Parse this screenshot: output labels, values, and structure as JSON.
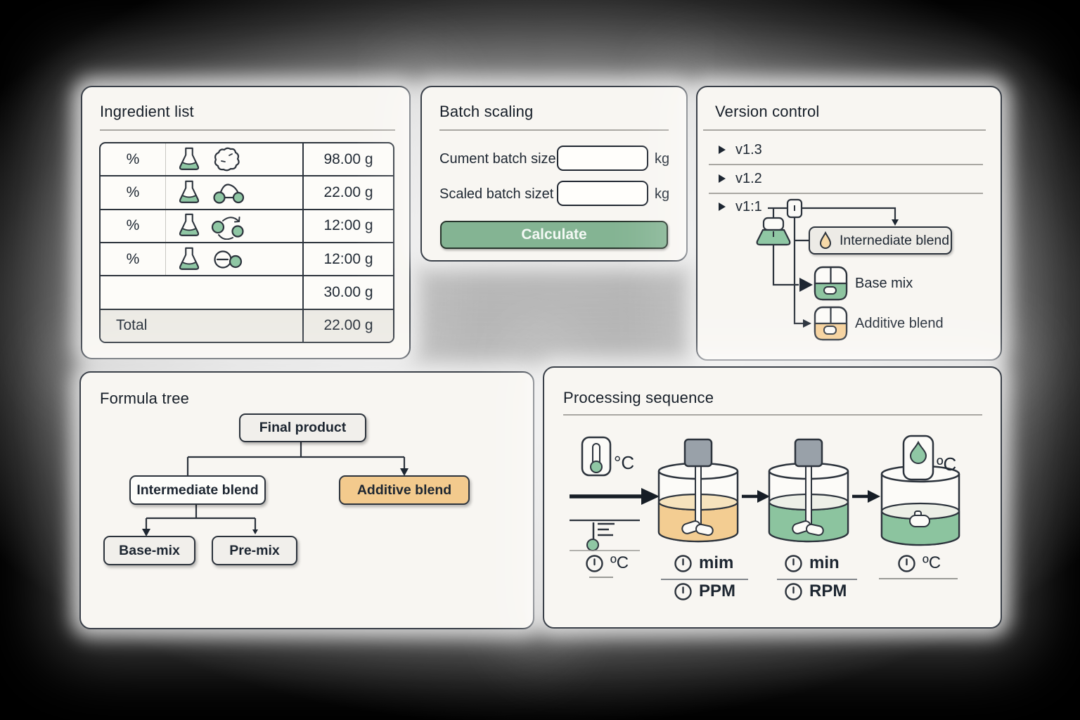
{
  "colors": {
    "accent_green": "#84b493",
    "leaf_green": "#8fc7a4",
    "liquid_green": "#8cc49f",
    "liquid_orange": "#f3cd92",
    "node_orange": "#f3ca8d",
    "droplet_tan": "#f6d9a8",
    "motor_gray": "#99a1a9",
    "panel_bg": "#f8f6f2",
    "ink": "#1d2631"
  },
  "ingredient_list": {
    "title": "Ingredient list",
    "rows": [
      {
        "pct": "%",
        "icon": "flask-blob-icon",
        "amount": "98.00 g"
      },
      {
        "pct": "%",
        "icon": "flask-molecule-icon",
        "amount": "22.00 g"
      },
      {
        "pct": "%",
        "icon": "flask-recycle-icon",
        "amount": "12:00 g"
      },
      {
        "pct": "%",
        "icon": "flask-minus-icon",
        "amount": "12:00 g"
      }
    ],
    "subtotal_amount": "30.00 g",
    "total_label": "Total",
    "total_amount": "22.00 g"
  },
  "batch_scaling": {
    "title": "Batch scaling",
    "fields": [
      {
        "label": "Cument batch size",
        "value": "",
        "unit": "kg"
      },
      {
        "label": "Scaled batch sizet",
        "value": "",
        "unit": "kg"
      }
    ],
    "calculate_label": "Calculate"
  },
  "version_control": {
    "title": "Version control",
    "versions": [
      {
        "label": "v1.3"
      },
      {
        "label": "v1.2"
      },
      {
        "label": "v1:1"
      }
    ],
    "tree": {
      "intermediate_label": "Internediate blend",
      "base_label": "Base mix",
      "additive_label": "Additive blend"
    }
  },
  "formula_tree": {
    "title": "Formula tree",
    "nodes": {
      "final": "Final product",
      "intermediate": "Intermediate blend",
      "additive": "Additive blend",
      "base": "Base-mix",
      "pre": "Pre-mix"
    }
  },
  "processing_sequence": {
    "title": "Processing sequence",
    "stage1": {
      "temp_unit": "°C",
      "reading_unit": "ºC"
    },
    "stage2": {
      "rows": [
        "mim",
        "PPM"
      ]
    },
    "stage3": {
      "rows": [
        "min",
        "RPM"
      ]
    },
    "stage4": {
      "temp_unit": "ºC",
      "reading_unit": "ºC"
    }
  }
}
